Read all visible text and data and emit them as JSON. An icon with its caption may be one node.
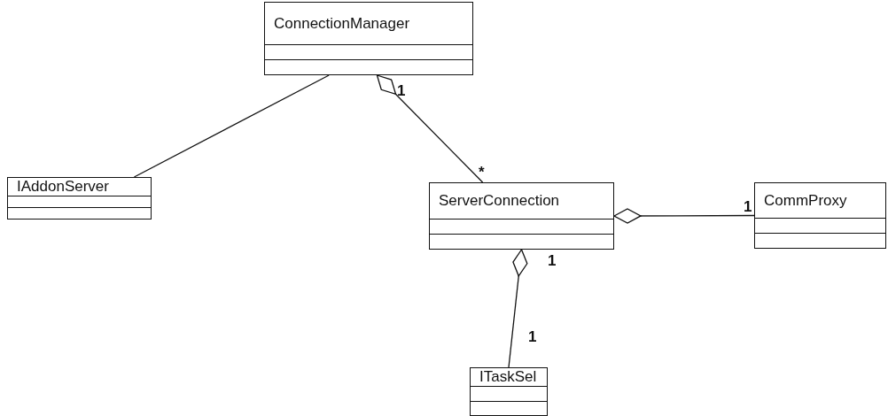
{
  "diagram": {
    "nodes": [
      {
        "text": [
          "ConnectionManager"
        ]
      },
      {
        "text": [
          "IAddonServer"
        ]
      },
      {
        "text": [
          "ServerConnection"
        ]
      },
      {
        "text": [
          "CommProxy"
        ]
      },
      {
        "text": [
          "ITaskSel"
        ]
      }
    ],
    "edges": [
      {
        "from": 0,
        "to": 1,
        "arrow": "none"
      },
      {
        "from": 0,
        "to": 2,
        "arrow": "other"
      },
      {
        "from": 2,
        "to": 3,
        "arrow": "other"
      },
      {
        "from": 2,
        "to": 4,
        "arrow": "other"
      }
    ],
    "labels": [
      "1",
      "*",
      "1",
      "1",
      "1"
    ]
  }
}
